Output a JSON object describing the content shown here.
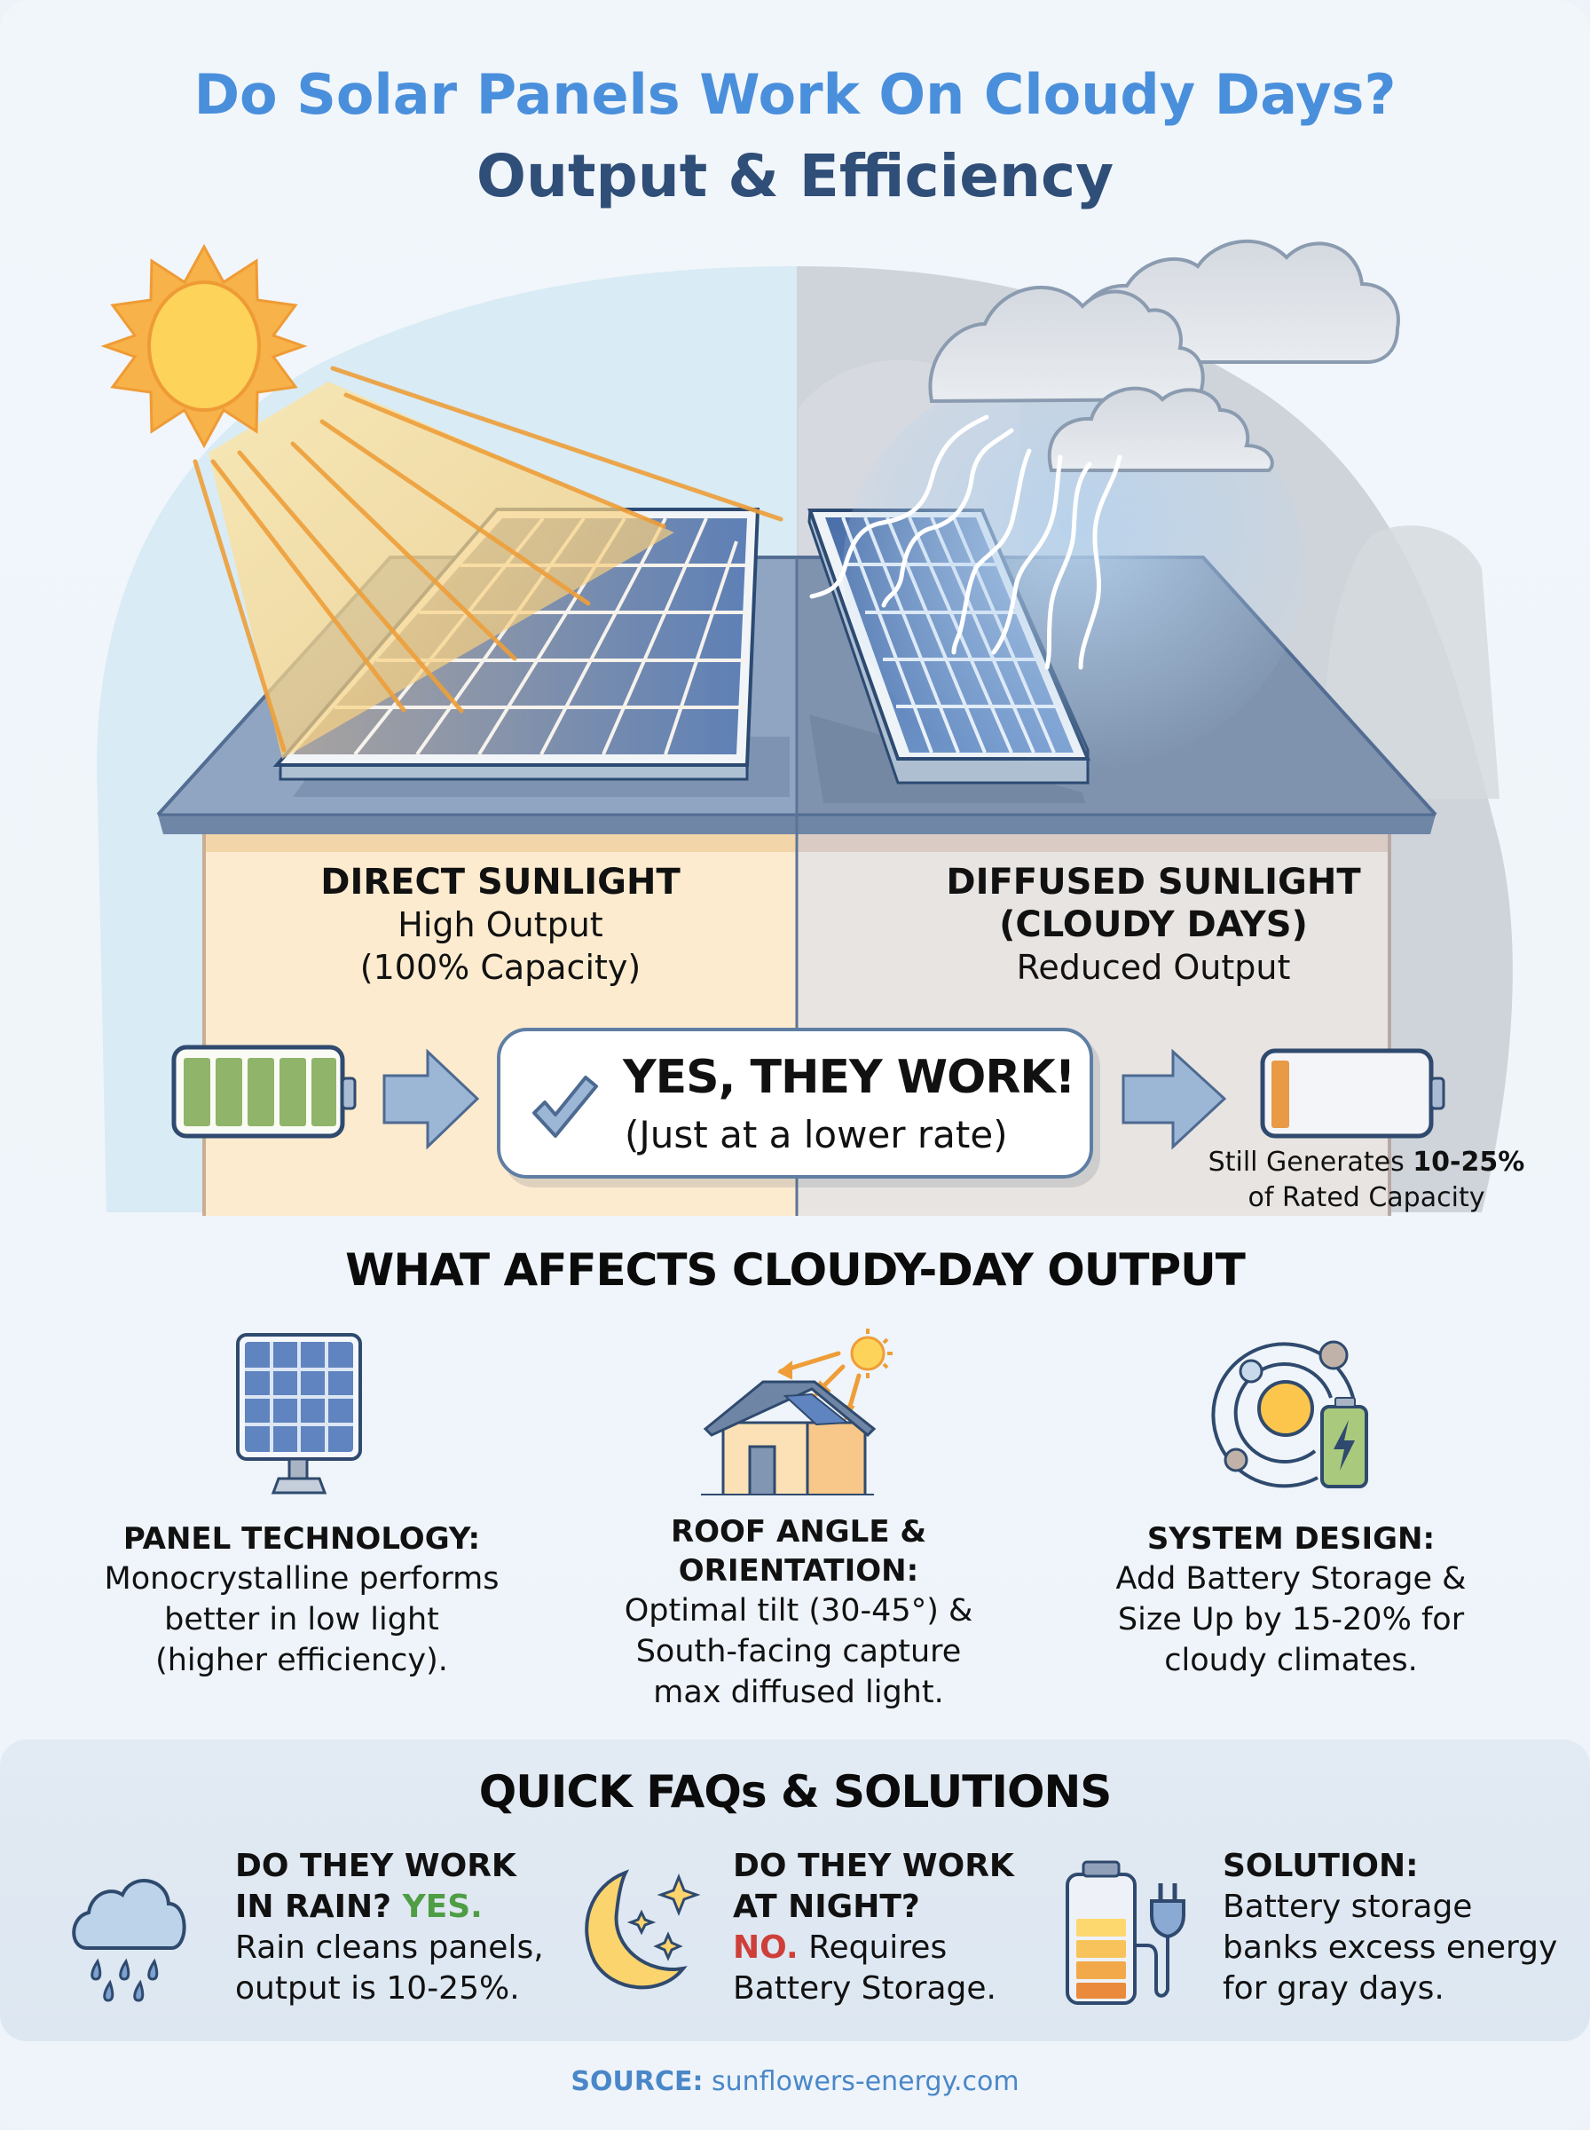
{
  "header": {
    "title": "Do Solar Panels Work On Cloudy Days?",
    "subtitle": "Output & Efficiency"
  },
  "colors": {
    "title_blue": "#4a8fdb",
    "subtitle_navy": "#2f4e78",
    "sun_yellow": "#fdd35a",
    "sun_orange": "#f3a537",
    "panel_blue": "#5a7fb8",
    "roof_slate": "#8096b3",
    "wall_warm": "#fcebcf",
    "wall_cool": "#e6e3e1",
    "battery_green": "#90b46a",
    "battery_orange": "#e89a46",
    "yes_green": "#4f9d45",
    "no_red": "#cf3f3a",
    "source_blue": "#4a87c8"
  },
  "comparison": {
    "left": {
      "heading": "DIRECT SUNLIGHT",
      "line1": "High Output",
      "line2": "(100% Capacity)",
      "battery_level": "full",
      "icon": "sun-icon"
    },
    "right": {
      "heading_line1": "DIFFUSED SUNLIGHT",
      "heading_line2": "(CLOUDY DAYS)",
      "line1": "Reduced Output",
      "battery_level": "low",
      "icon": "cloud-icon"
    },
    "callout": {
      "heading": "YES, THEY WORK!",
      "subtext": "(Just at a lower rate)",
      "icon": "check-icon"
    },
    "note": {
      "prefix": "Still Generates ",
      "value": "10-25%",
      "suffix": "of Rated Capacity"
    }
  },
  "factors": {
    "heading": "WHAT AFFECTS CLOUDY-DAY OUTPUT",
    "items": [
      {
        "icon": "solar-panel-icon",
        "title": "PANEL TECHNOLOGY:",
        "lines": [
          "Monocrystalline performs",
          "better in low light",
          "(higher efficiency)."
        ]
      },
      {
        "icon": "house-roof-icon",
        "title_line1": "ROOF ANGLE &",
        "title_line2": "ORIENTATION:",
        "lines": [
          "Optimal tilt (30-45°) &",
          "South-facing capture",
          "max diffused light."
        ]
      },
      {
        "icon": "system-battery-icon",
        "title": "SYSTEM DESIGN:",
        "lines": [
          "Add Battery Storage &",
          "Size Up by 15-20% for",
          "cloudy climates."
        ]
      }
    ]
  },
  "faqs": {
    "heading": "QUICK FAQs & SOLUTIONS",
    "items": [
      {
        "icon": "rain-cloud-icon",
        "q_line1": "DO THEY WORK",
        "q_line2": "IN RAIN?",
        "answer": "YES.",
        "lines": [
          "Rain cleans panels,",
          "output is 10-25%."
        ]
      },
      {
        "icon": "moon-icon",
        "q_line1": "DO THEY WORK",
        "q_line2": "AT NIGHT?",
        "answer": "NO.",
        "answer_rest": " Requires",
        "lines": [
          "Battery Storage."
        ]
      },
      {
        "icon": "battery-plug-icon",
        "q_line1": "SOLUTION:",
        "lines": [
          "Battery storage",
          "banks excess energy",
          "for gray days."
        ]
      }
    ]
  },
  "footer": {
    "label": "SOURCE:",
    "value": " sunflowers-energy.com"
  }
}
